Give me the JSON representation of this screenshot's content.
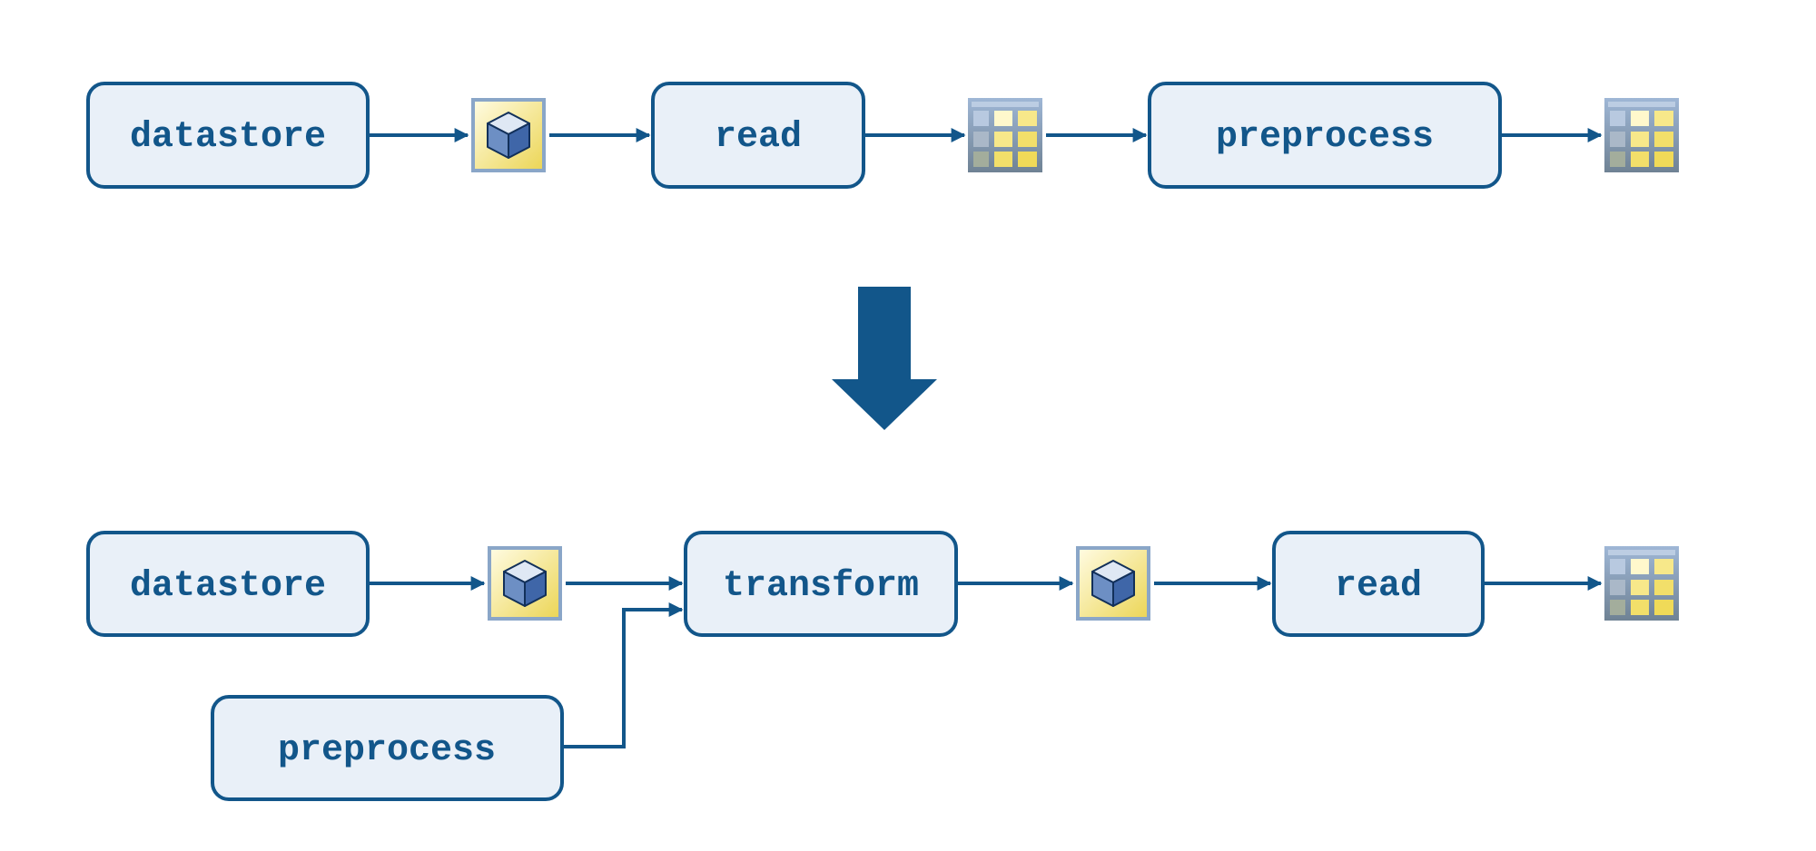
{
  "top_pipeline": {
    "datastore_label": "datastore",
    "read_label": "read",
    "preprocess_label": "preprocess",
    "icons": [
      "datastore-cube-icon",
      "table-icon",
      "table-icon"
    ]
  },
  "bottom_pipeline": {
    "datastore_label": "datastore",
    "preprocess_label": "preprocess",
    "transform_label": "transform",
    "read_label": "read",
    "icons": [
      "datastore-cube-icon",
      "datastore-cube-icon",
      "table-icon"
    ]
  },
  "colors": {
    "accent": "#12568a",
    "box_fill": "#e9f0f8",
    "icon_yellow": "#f2e27a",
    "icon_frame": "#8aa6c8"
  },
  "transition_icon": "down-arrow-icon"
}
